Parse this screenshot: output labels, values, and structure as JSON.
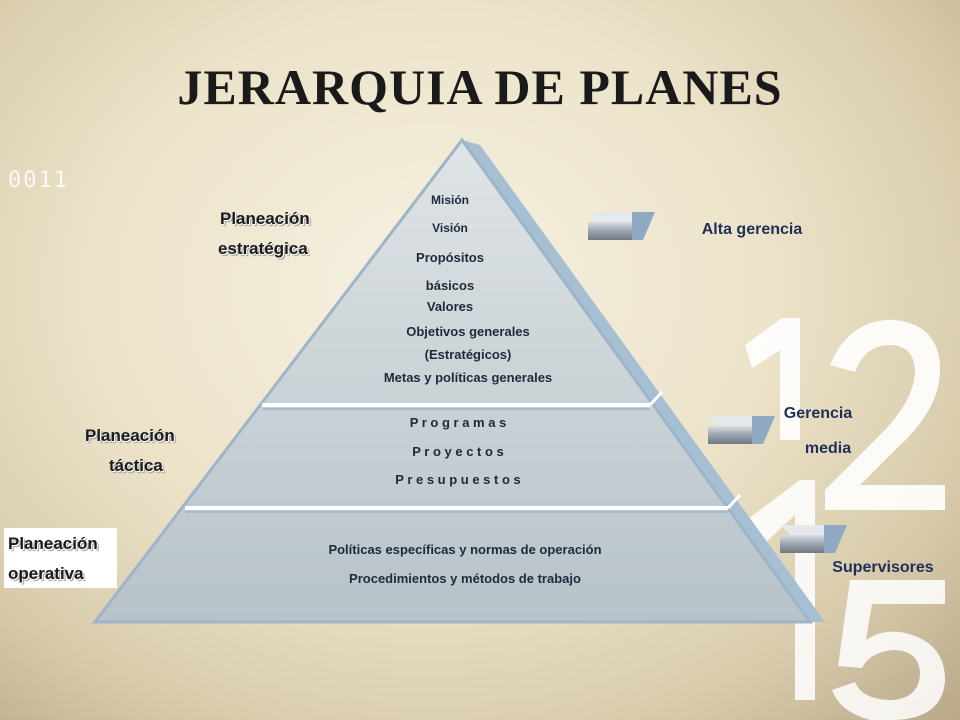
{
  "title": "JERARQUIA DE PLANES",
  "binary_strip": "0011",
  "decor_numbers": {
    "one": "1",
    "two": "2",
    "four": "4",
    "five": "5"
  },
  "levels": {
    "strategic": {
      "name_line1": "Planeación",
      "name_line2": "estratégica",
      "items": [
        "Misión",
        "Visión",
        "Propósitos",
        "básicos",
        "Valores",
        "Objetivos generales",
        "(Estratégicos)",
        "Metas y políticas generales"
      ],
      "audience": "Alta gerencia"
    },
    "tactical": {
      "name_line1": "Planeación",
      "name_line2": "táctica",
      "items": [
        "P r o g r a m a s",
        "P r o y e c t o s",
        "P r e s u p u e s t o s"
      ],
      "audience_line1": "Gerencia",
      "audience_line2": "media"
    },
    "operational": {
      "name_line1": "Planeación",
      "name_line2": "operativa",
      "items": [
        "Políticas  específicas y normas de operación",
        "Procedimientos y métodos de trabajo"
      ],
      "audience": "Supervisores"
    }
  },
  "colors": {
    "pyramid_fill": "#c7d0d6",
    "pyramid_edge": "#9eb5c9",
    "arrow_fill": "#8c97a3"
  }
}
